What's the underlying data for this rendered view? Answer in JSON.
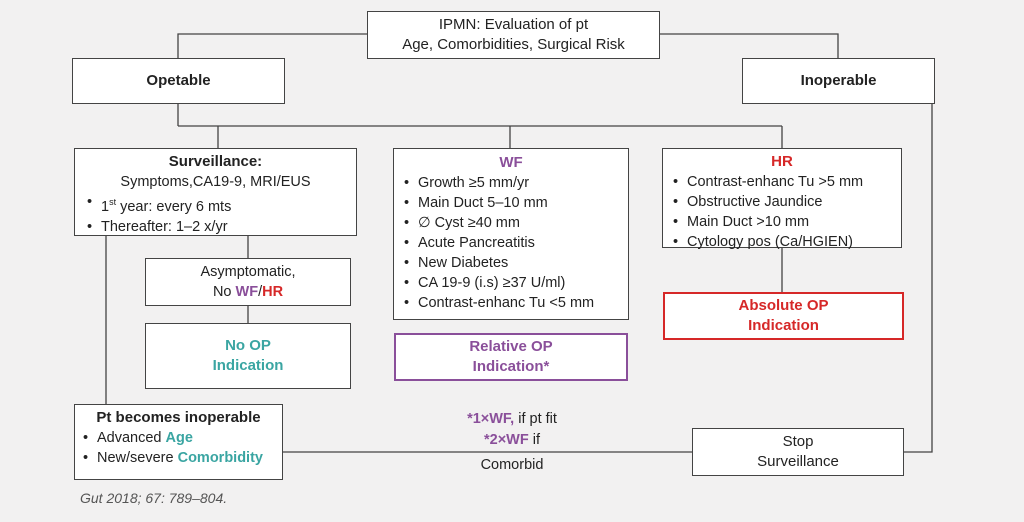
{
  "top_box": {
    "line1": "IPMN: Evaluation of pt",
    "line2": "Age, Comorbidities, Surgical Risk"
  },
  "operable": {
    "label": "Opetable"
  },
  "inoperable": {
    "label": "Inoperable"
  },
  "surveillance": {
    "title": "Surveillance:",
    "subtitle": "Symptoms,CA19-9, MRI/EUS",
    "item1_prefix": "1",
    "item1_sup": "st",
    "item1_rest": " year: every 6 mts",
    "item2": "Thereafter: 1–2 x/yr"
  },
  "asymptomatic": {
    "line1": "Asymptomatic,",
    "line2_prefix": "No ",
    "wf": "WF",
    "slash": "/",
    "hr": "HR"
  },
  "no_op": {
    "line1": "No OP",
    "line2": "Indication"
  },
  "wf_box": {
    "title": "WF",
    "items": [
      "Growth ≥5 mm/yr",
      "Main Duct 5–10 mm",
      "∅ Cyst ≥40 mm",
      "Acute Pancreatitis",
      "New Diabetes",
      "CA 19-9 (i.s) ≥37 U/ml)",
      "Contrast-enhanc Tu <5 mm"
    ]
  },
  "relative_op": {
    "line1": "Relative OP",
    "line2": "Indication*"
  },
  "hr_box": {
    "title": "HR",
    "items": [
      "Contrast-enhanc Tu >5 mm",
      "Obstructive Jaundice",
      "Main Duct >10 mm",
      "Cytology pos (Ca/HGIEN)"
    ]
  },
  "absolute_op": {
    "line1": "Absolute OP",
    "line2": "Indication"
  },
  "pt_inoperable": {
    "title": "Pt becomes inoperable",
    "item1_prefix": "Advanced ",
    "item1_key": "Age",
    "item2_prefix": "New/severe ",
    "item2_key": "Comorbidity"
  },
  "footnote": {
    "line1_key": "*1×WF,",
    "line1_rest": " if pt fit",
    "line2_key": "*2×WF",
    "line2_rest": " if",
    "line3": "Comorbid"
  },
  "stop": {
    "line1": "Stop",
    "line2": "Surveillance"
  },
  "citation": "Gut 2018; 67: 789–804.",
  "colors": {
    "wf": "#8a4f9a",
    "hr": "#d62828",
    "no_op": "#3aa5a2",
    "border": "#444444",
    "background": "#f2f1f1"
  }
}
